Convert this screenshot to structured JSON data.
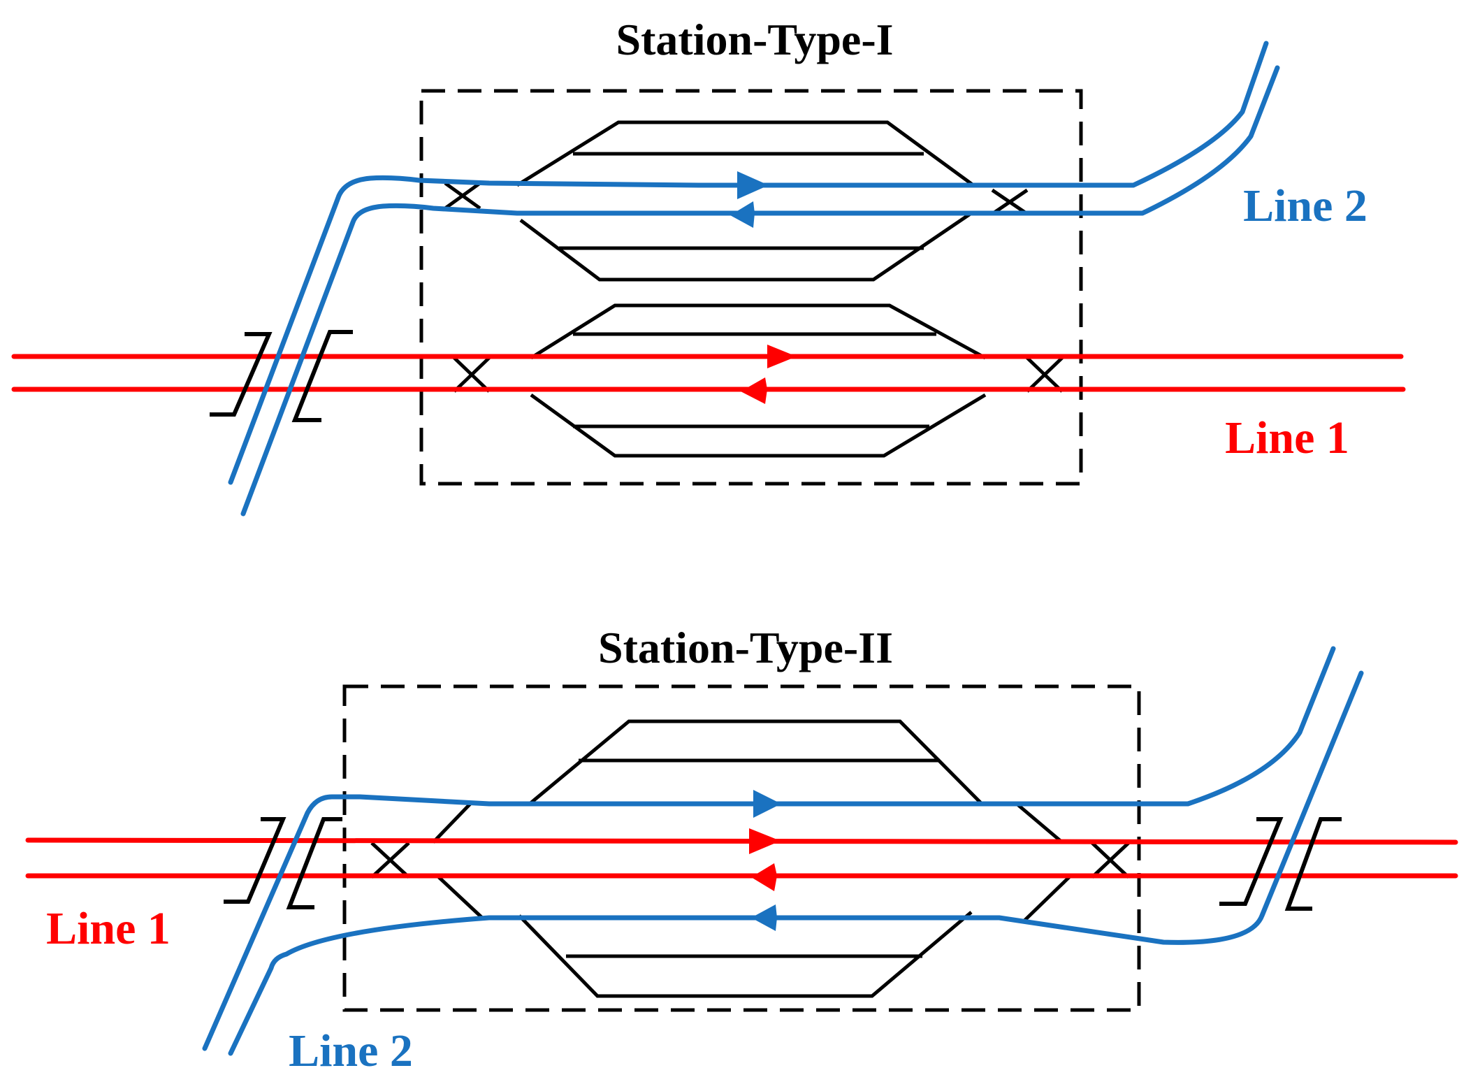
{
  "colors": {
    "line1": "#ff0000",
    "line2": "#1a72c0",
    "track": "#000000"
  },
  "station_type_1": {
    "title": "Station-Type-I",
    "line1_label": "Line 1",
    "line2_label": "Line 2"
  },
  "station_type_2": {
    "title": "Station-Type-II",
    "line1_label": "Line 1",
    "line2_label": "Line 2"
  },
  "icons": [
    "arrow-right-icon",
    "arrow-left-icon",
    "crossover-x-icon",
    "bridge-bracket-icon"
  ]
}
